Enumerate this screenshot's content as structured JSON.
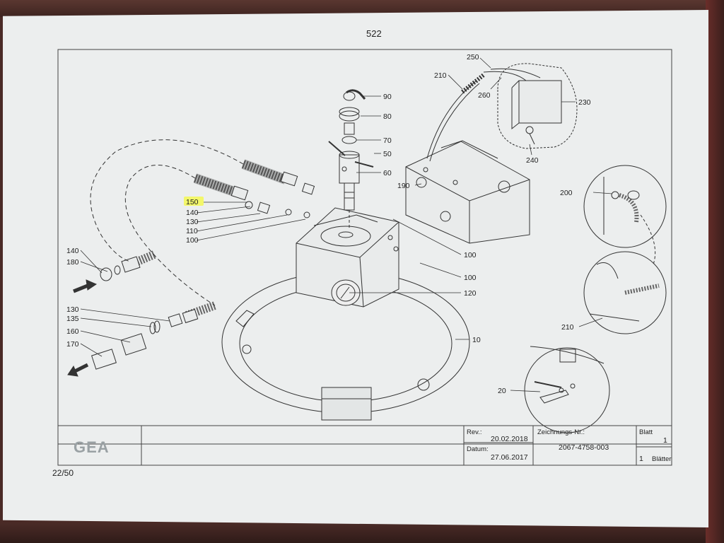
{
  "page": {
    "number": "522",
    "sheet_index": "22/50"
  },
  "highlight_color": "#f3f76a",
  "logo": {
    "text": "GEA"
  },
  "title_block": {
    "rev_label": "Rev.:",
    "rev_date": "20.02.2018",
    "datum_label": "Datum:",
    "datum_date": "27.06.2017",
    "drawing_no_label": "Zeichnungs-Nr.:",
    "drawing_no": "2067-4758-003",
    "sheet_label": "Blatt",
    "sheet_value": "1",
    "sheets_total": "1",
    "sheets_label": "Blätter"
  },
  "callouts": {
    "c90": "90",
    "c80": "80",
    "c70": "70",
    "c50": "50",
    "c60": "60",
    "c190": "190",
    "c250": "250",
    "c210_top": "210",
    "c260": "260",
    "c230": "230",
    "c240": "240",
    "c200": "200",
    "c150": "150",
    "c140_top": "140",
    "c130_top": "130",
    "c110": "110",
    "c100_left": "100",
    "c100_mid": "100",
    "c100_low": "100",
    "c120": "120",
    "c140_left": "140",
    "c180": "180",
    "c130_low": "130",
    "c135": "135",
    "c160": "160",
    "c170": "170",
    "c10": "10",
    "c210_right": "210",
    "c20": "20"
  }
}
